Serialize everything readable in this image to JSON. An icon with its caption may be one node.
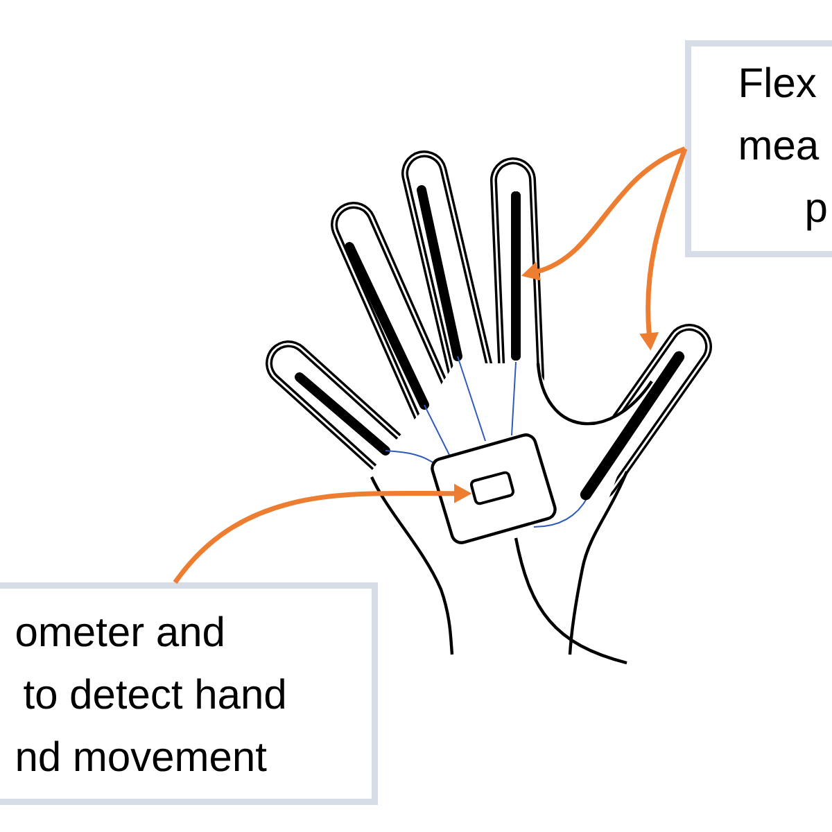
{
  "diagram": {
    "nodes": [
      {
        "text": [
          "Flex mea p"
        ]
      },
      {
        "text": [
          "ometer and to detect hand nd movement"
        ]
      },
      {
        "text": [],
        "shape": "bar"
      },
      {
        "text": [],
        "shape": "bar"
      },
      {
        "text": [],
        "shape": "box"
      }
    ],
    "edges": [
      {
        "from": 0,
        "to": 2,
        "arrow": "to"
      },
      {
        "from": 0,
        "to": 3,
        "arrow": "to"
      },
      {
        "from": 1,
        "to": 4,
        "arrow": "to"
      }
    ]
  }
}
